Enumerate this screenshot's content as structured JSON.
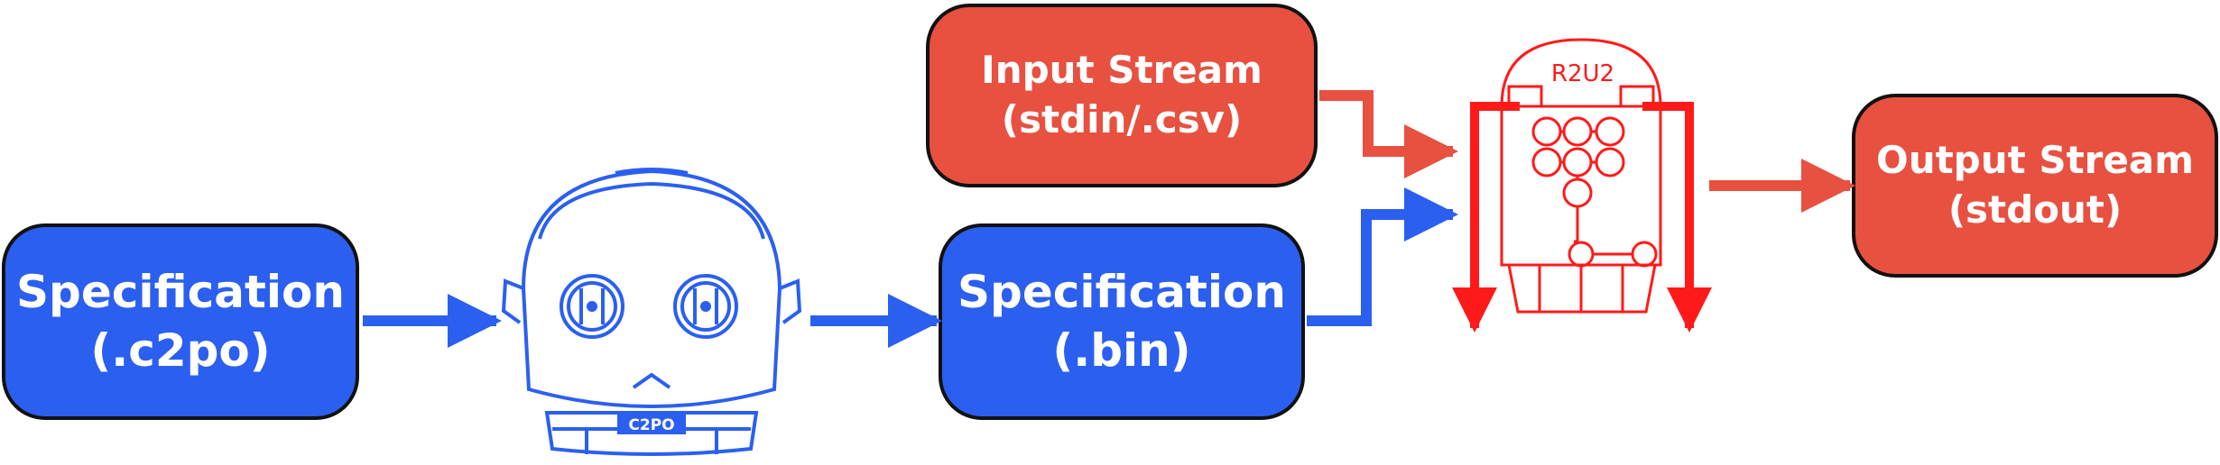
{
  "spec_c2po": {
    "line1": "Specification",
    "line2": "(.c2po)"
  },
  "spec_bin": {
    "line1": "Specification",
    "line2": "(.bin)"
  },
  "input_stream": {
    "line1": "Input Stream",
    "line2": "(stdin/.csv)"
  },
  "output_stream": {
    "line1": "Output Stream",
    "line2": "(stdout)"
  },
  "c2po_badge": "C2PO",
  "r2u2_label": "R2U2",
  "colors": {
    "blue": "#2b5ff0",
    "red": "#e85040",
    "bright_red": "#ff1a1a",
    "outline": "#111111"
  }
}
